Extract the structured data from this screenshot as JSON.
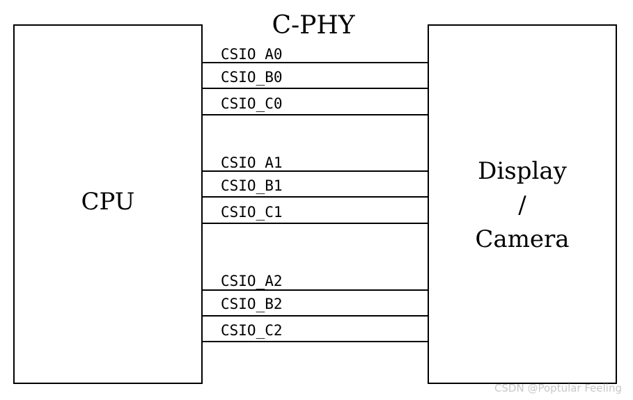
{
  "diagram": {
    "bus_title": "C-PHY",
    "cpu_label": "CPU",
    "device_label_line1": "Display",
    "device_label_line2": "/",
    "device_label_line3": "Camera",
    "lanes": [
      {
        "signals": [
          "CSIO_A0",
          "CSIO_B0",
          "CSIO_C0"
        ]
      },
      {
        "signals": [
          "CSIO_A1",
          "CSIO_B1",
          "CSIO_C1"
        ]
      },
      {
        "signals": [
          "CSIO_A2",
          "CSIO_B2",
          "CSIO_C2"
        ]
      }
    ]
  },
  "watermark": "CSDN @Poptular Feeling"
}
